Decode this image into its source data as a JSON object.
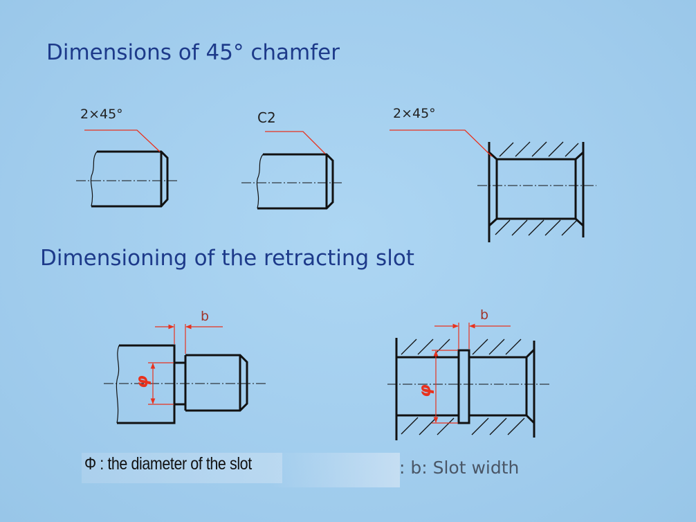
{
  "headings": {
    "chamfer": "Dimensions of 45° chamfer",
    "slot": "Dimensioning of the retracting slot"
  },
  "chamfer_labels": {
    "shaft_left": "2×45°",
    "shaft_middle": "C2",
    "bore_right": "2×45°"
  },
  "slot_labels": {
    "width_left": "b",
    "width_right": "b",
    "diameter_left": "φ",
    "diameter_right": "φ"
  },
  "captions": {
    "diameter": "Φ : the diameter of the slot",
    "width": ": b: Slot width"
  },
  "colors": {
    "background": "#a5cfee",
    "heading": "#1d3a8a",
    "line": "#111111",
    "dimension": "#e8321e"
  }
}
